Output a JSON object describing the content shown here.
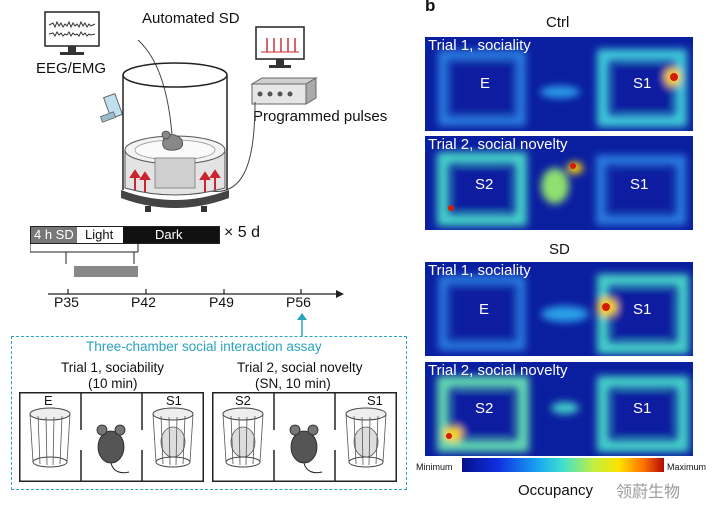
{
  "panel_b_letter": "b",
  "left": {
    "labels": {
      "automated_sd": "Automated SD",
      "eeg_emg": "EEG/EMG",
      "programmed_pulses": "Programmed pulses"
    },
    "timeline_bar": {
      "sd_label": "4 h SD",
      "light_label": "Light",
      "dark_label": "Dark",
      "repeat_label": "× 5 d"
    },
    "axis_ticks": [
      "P35",
      "P42",
      "P49",
      "P56"
    ],
    "assay": {
      "title": "Three-chamber social interaction assay",
      "trial1_title": "Trial 1, sociability",
      "trial1_sub": "(10 min)",
      "trial2_title": "Trial 2, social novelty",
      "trial2_sub": "(SN, 10 min)",
      "trial1_chambers": [
        "E",
        "S1"
      ],
      "trial2_chambers": [
        "S2",
        "S1"
      ]
    }
  },
  "right": {
    "group_ctrl": "Ctrl",
    "group_sd": "SD",
    "panels": [
      {
        "title": "Trial 1, sociality",
        "left_label": "E",
        "right_label": "S1"
      },
      {
        "title": "Trial 2, social novelty",
        "left_label": "S2",
        "right_label": "S1"
      },
      {
        "title": "Trial 1, sociality",
        "left_label": "E",
        "right_label": "S1"
      },
      {
        "title": "Trial 2, social novelty",
        "left_label": "S2",
        "right_label": "S1"
      }
    ],
    "colorbar": {
      "min_label": "Minimum",
      "max_label": "Maximum",
      "title": "Occupancy"
    },
    "watermark": "领蔚生物",
    "colors": {
      "heat_low": "#0a1ea0",
      "heat_mid": "#22c6e8",
      "heat_high": "#ffe000",
      "heat_max": "#d81a0a",
      "arrow_red": "#c9252e",
      "dashed_teal": "#2aa3bd"
    }
  }
}
